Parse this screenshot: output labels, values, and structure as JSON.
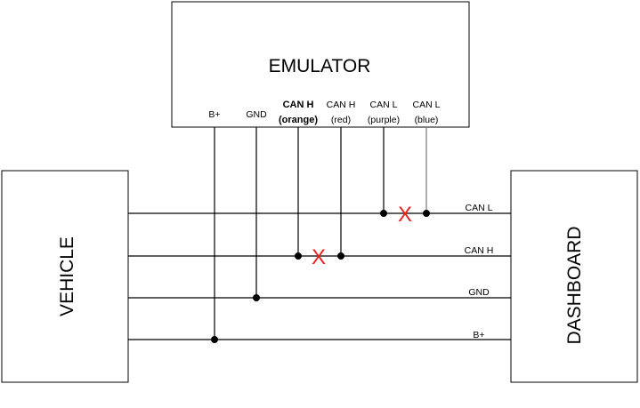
{
  "emulator": {
    "title": "EMULATOR",
    "pins": {
      "bplus": "B+",
      "gnd": "GND",
      "can_h_orange_name": "CAN H",
      "can_h_orange_color": "(orange)",
      "can_h_red_name": "CAN H",
      "can_h_red_color": "(red)",
      "can_l_purple_name": "CAN L",
      "can_l_purple_color": "(purple)",
      "can_l_blue_name": "CAN L",
      "can_l_blue_color": "(blue)"
    }
  },
  "vehicle": {
    "title": "VEHICLE"
  },
  "dashboard": {
    "title": "DASHBOARD"
  },
  "wires": {
    "can_l": "CAN L",
    "can_h": "CAN H",
    "gnd": "GND",
    "bplus": "B+"
  },
  "cuts": {
    "can_l": "X",
    "can_h": "X"
  },
  "colors": {
    "cut_mark": "#e8231f",
    "line": "#000000"
  }
}
